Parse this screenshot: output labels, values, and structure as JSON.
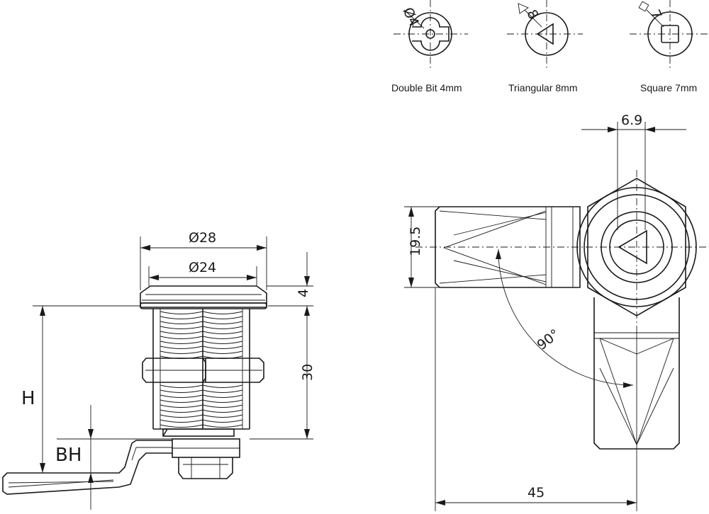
{
  "keys": [
    {
      "symbol": "Ø4",
      "caption": "Double Bit 4mm"
    },
    {
      "symbol": "8",
      "caption": "Triangular 8mm"
    },
    {
      "symbol": "7",
      "caption": "Square 7mm"
    }
  ],
  "dimensions": {
    "dia_28": "Ø28",
    "dia_24": "Ø24",
    "flange": "4",
    "body": "30",
    "h": "H",
    "bh": "BH",
    "width_69": "6.9",
    "height_195": "19.5",
    "angle": "90°",
    "length_45": "45"
  },
  "colors": {
    "line": "#1a1a1a",
    "background": "#ffffff"
  }
}
